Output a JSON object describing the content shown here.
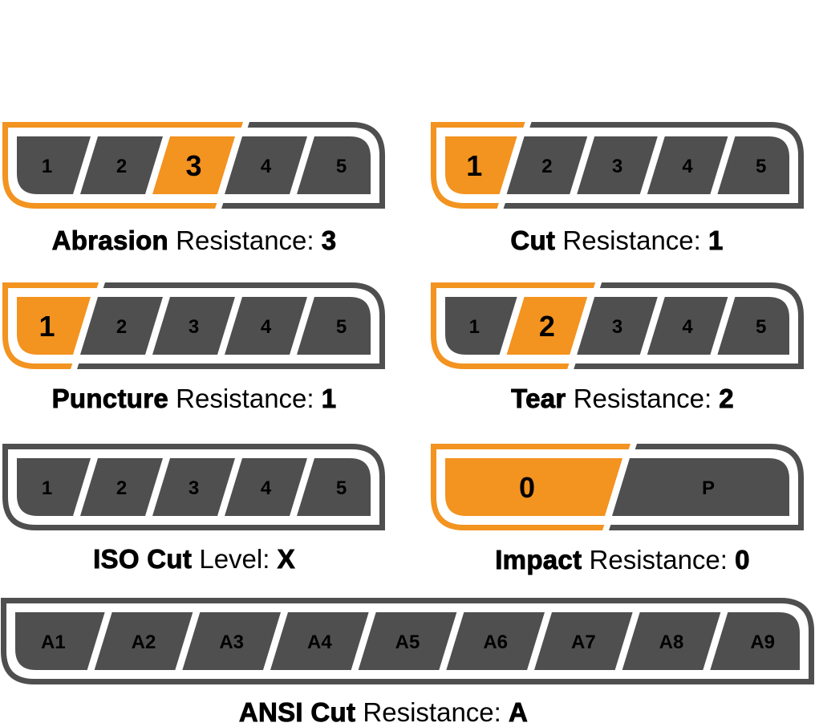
{
  "colors": {
    "active": "#f39320",
    "inactive": "#4f4f4f",
    "frame_inactive": "#4f4f4f",
    "frame_active": "#f39320",
    "text": "#000000",
    "background": "#ffffff"
  },
  "ratings": [
    {
      "id": "abrasion",
      "levels": [
        "1",
        "2",
        "3",
        "4",
        "5"
      ],
      "selected_index": 2,
      "caption_bold": "Abrasion",
      "caption_regular": " Resistance: ",
      "caption_value": "3"
    },
    {
      "id": "cut",
      "levels": [
        "1",
        "2",
        "3",
        "4",
        "5"
      ],
      "selected_index": 0,
      "caption_bold": "Cut",
      "caption_regular": " Resistance: ",
      "caption_value": "1"
    },
    {
      "id": "puncture",
      "levels": [
        "1",
        "2",
        "3",
        "4",
        "5"
      ],
      "selected_index": 0,
      "caption_bold": "Puncture",
      "caption_regular": " Resistance: ",
      "caption_value": "1"
    },
    {
      "id": "tear",
      "levels": [
        "1",
        "2",
        "3",
        "4",
        "5"
      ],
      "selected_index": 1,
      "caption_bold": "Tear",
      "caption_regular": " Resistance: ",
      "caption_value": "2"
    },
    {
      "id": "iso-cut",
      "levels": [
        "1",
        "2",
        "3",
        "4",
        "5"
      ],
      "selected_index": -1,
      "caption_bold": "ISO Cut",
      "caption_regular": " Level: ",
      "caption_value": "X"
    },
    {
      "id": "impact",
      "levels": [
        "0",
        "P"
      ],
      "selected_index": 0,
      "caption_bold": "Impact",
      "caption_regular": " Resistance: ",
      "caption_value": "0"
    },
    {
      "id": "ansi-cut",
      "levels": [
        "A1",
        "A2",
        "A3",
        "A4",
        "A5",
        "A6",
        "A7",
        "A8",
        "A9"
      ],
      "selected_index": -1,
      "caption_bold": "ANSI Cut",
      "caption_regular": " Resistance: ",
      "caption_value": "A"
    }
  ]
}
